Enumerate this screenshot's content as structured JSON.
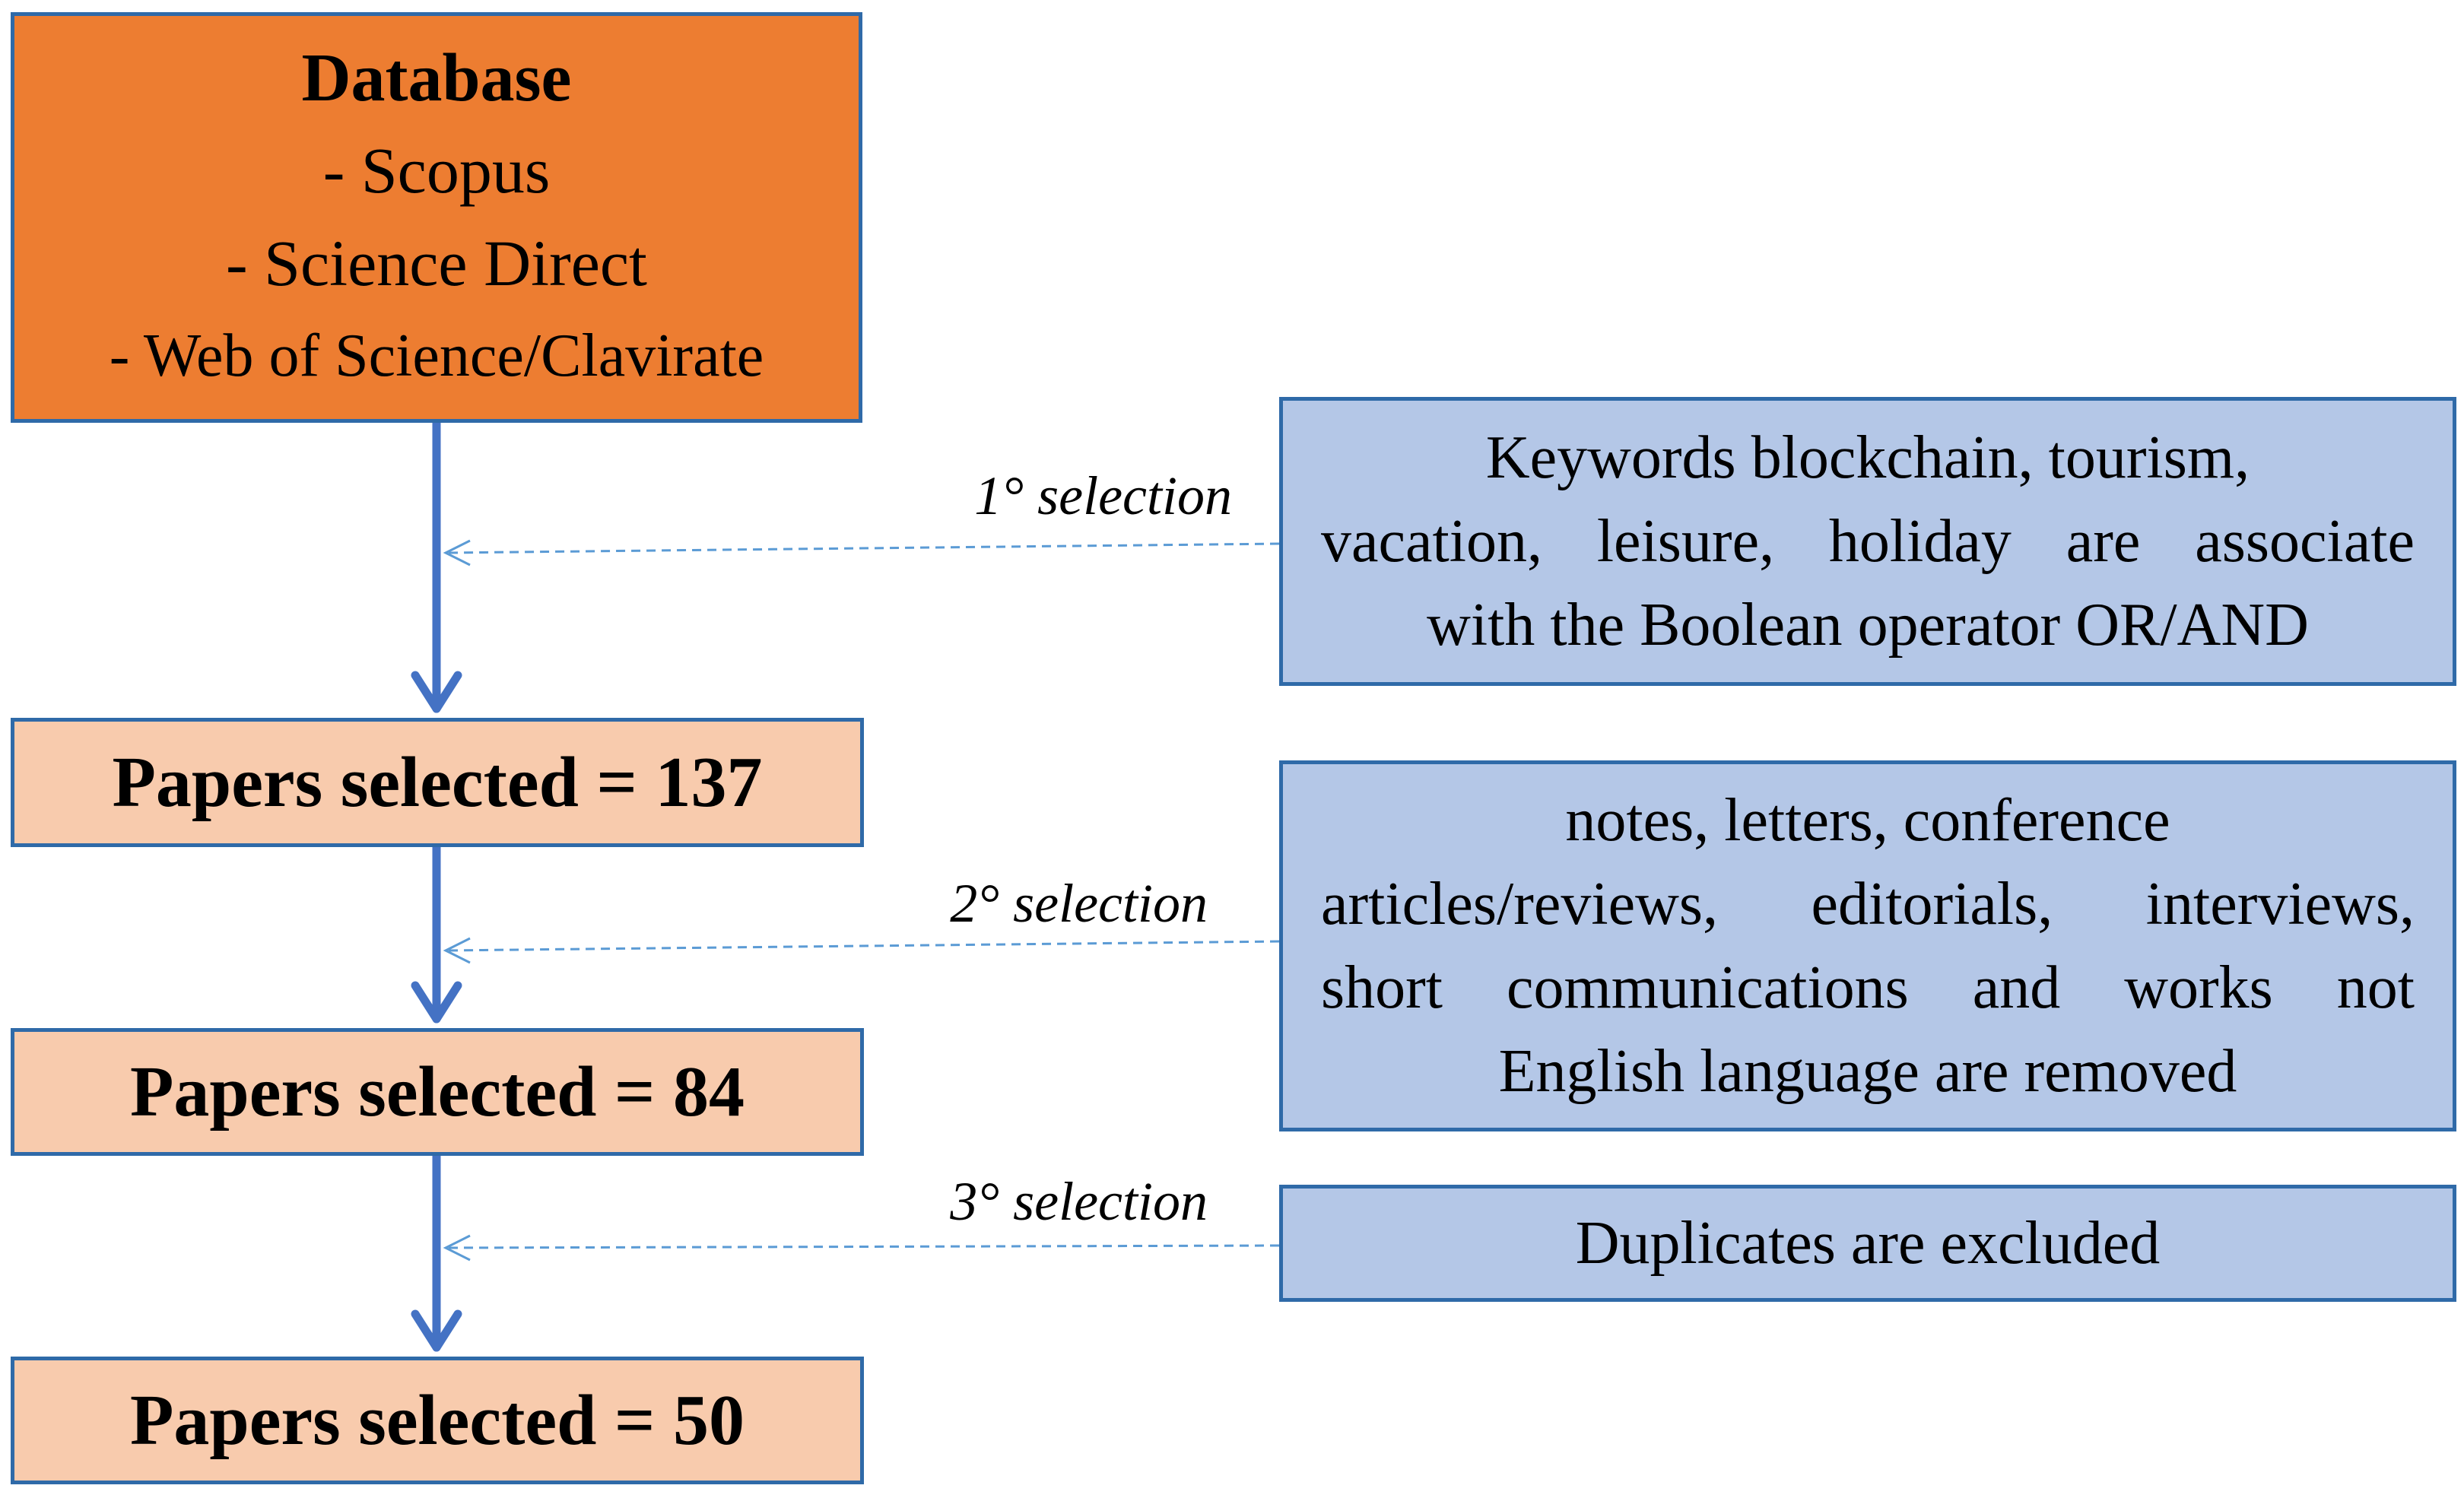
{
  "database": {
    "title": "Database",
    "sources": [
      "- Scopus",
      "- Science Direct",
      "- Web of Science/Clavirate"
    ]
  },
  "stages": [
    {
      "label": "Papers selected = 137"
    },
    {
      "label": "Papers selected = 84"
    },
    {
      "label": "Papers selected = 50"
    }
  ],
  "selections": [
    {
      "label": "1° selection",
      "criteria_lines": [
        "Keywords blockchain, tourism,",
        "vacation, leisure, holiday are associate",
        "with the Boolean operator OR/AND"
      ]
    },
    {
      "label": "2° selection",
      "criteria_lines": [
        "notes, letters, conference",
        "articles/reviews, editorials, interviews,",
        "short communications and works not",
        "English language are removed"
      ]
    },
    {
      "label": "3° selection",
      "criteria_lines": [
        "Duplicates are excluded"
      ]
    }
  ],
  "colors": {
    "database_fill": "#ed7d31",
    "stage_fill": "#f8cbad",
    "criteria_fill": "#b4c7e7",
    "border": "#2f6aa8",
    "arrow": "#4472c4",
    "dashed_arrow": "#5b9bd5"
  }
}
